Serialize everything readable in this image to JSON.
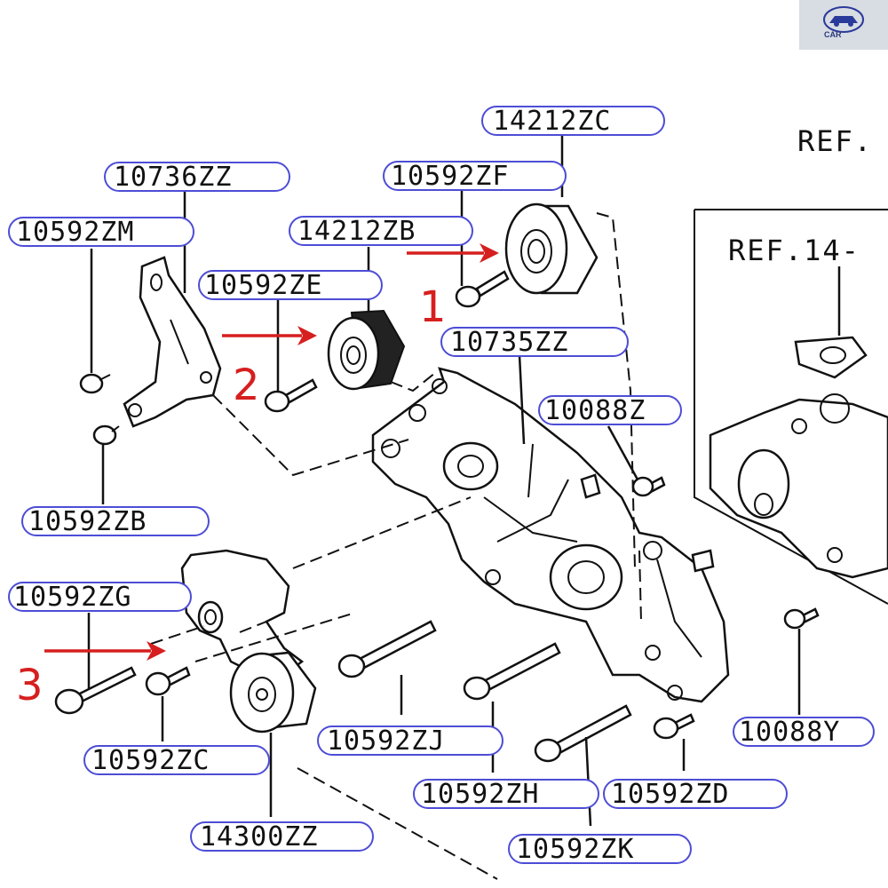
{
  "logo": {
    "text": "CAR"
  },
  "refs": {
    "ref1": "REF.",
    "ref2": "REF.14-"
  },
  "callouts": {
    "c1": "1",
    "c2": "2",
    "c3": "3"
  },
  "parts": {
    "p14212ZC": "14212ZC",
    "p10592ZF": "10592ZF",
    "p10736ZZ": "10736ZZ",
    "p10592ZM": "10592ZM",
    "p14212ZB": "14212ZB",
    "p10592ZE": "10592ZE",
    "p10735ZZ": "10735ZZ",
    "p10088Z": "10088Z",
    "p10592ZB": "10592ZB",
    "p10592ZG": "10592ZG",
    "p10592ZC": "10592ZC",
    "p10592ZJ": "10592ZJ",
    "p10592ZH": "10592ZH",
    "p10592ZD": "10592ZD",
    "p10088Y": "10088Y",
    "p14300ZZ": "14300ZZ",
    "p10592ZK": "10592ZK"
  },
  "colors": {
    "label_outline": "#4d4dd6",
    "callout": "#d61f1f",
    "ink": "#111111"
  }
}
